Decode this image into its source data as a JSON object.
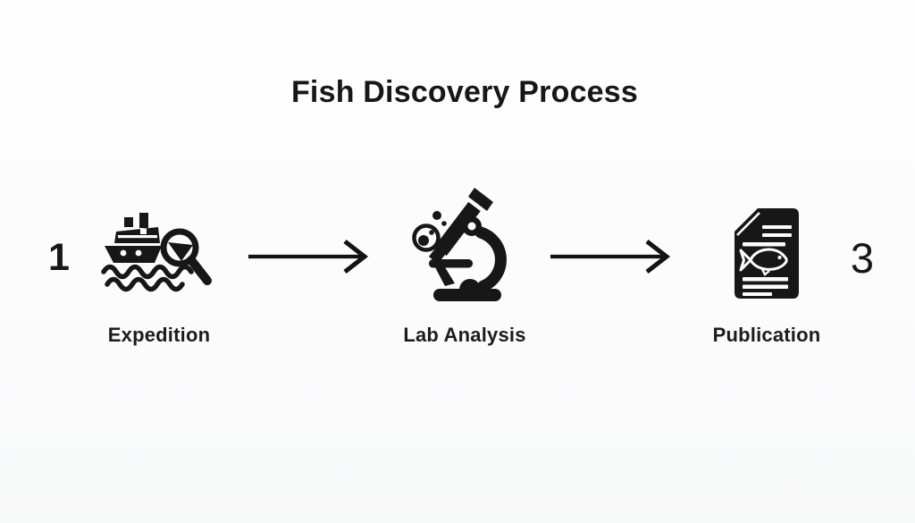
{
  "title": "Fish Discovery Process",
  "steps": [
    {
      "number": "1",
      "label": "Expedition",
      "icon": "expedition-ship-magnifier-icon"
    },
    {
      "label": "Lab Analysis",
      "icon": "microscope-icon"
    },
    {
      "number": "3",
      "label": "Publication",
      "icon": "fish-document-icon"
    }
  ],
  "arrows": [
    {
      "direction": "right"
    },
    {
      "direction": "right"
    }
  ],
  "colors": {
    "ink": "#171717",
    "bg_top": "#fefefe",
    "bg_bottom": "#f7f8f8"
  }
}
